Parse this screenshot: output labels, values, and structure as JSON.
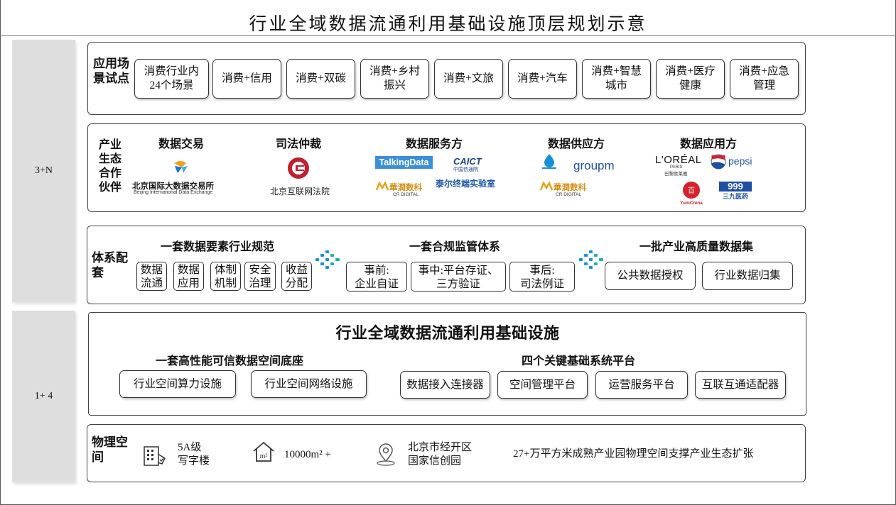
{
  "title": "行业全域数据流通利用基础设施顶层规划示意",
  "side_labels": {
    "upper": "3+N",
    "lower": "1+ 4"
  },
  "scenario": {
    "label": "应用场\n景试点",
    "items": [
      "消费行业内\n24个场景",
      "消费+信用",
      "消费+双碳",
      "消费+乡村\n振兴",
      "消费+文旅",
      "消费+汽车",
      "消费+智慧\n城市",
      "消费+医疗\n健康",
      "消费+应急\n管理"
    ]
  },
  "partners": {
    "label": "产业\n生态\n合作\n伙伴",
    "groups": {
      "trading": "数据交易",
      "arbitration": "司法仲裁",
      "service": "数据服务方",
      "supply": "数据供应方",
      "application": "数据应用方"
    },
    "logos": {
      "bjde_cn": "北京国际大数据交易所",
      "bjde_en": "Beijing International Data Exchange",
      "court": "北京互联网法院",
      "talkingdata": "TalkingData",
      "caict": "CAICT",
      "caict_cn": "中国信通院",
      "crdigital_cn": "華潤数科",
      "crdigital_en": "CR DIGITAL",
      "taier": "泰尔终端实验室",
      "groupm": "groupm",
      "loreal": "L'ORÉAL",
      "loreal_paris": "PARIS",
      "loreal_cn": "巴黎欧莱雅",
      "pepsi": "pepsi",
      "yumchina": "YumChina",
      "sanjiu": "999",
      "sanjiu_cn": "三九医药"
    }
  },
  "system": {
    "label": "体系配\n套",
    "heads": [
      "一套数据要素行业规范",
      "一套合规监管体系",
      "一批产业高质量数据集"
    ],
    "norms": [
      "数据\n流通",
      "数据\n应用",
      "体制\n机制",
      "安全\n治理",
      "收益\n分配"
    ],
    "supervision": [
      "事前:\n企业自证",
      "事中:平台存证、\n三方验证",
      "事后:\n司法例证"
    ],
    "datasets": [
      "公共数据授权",
      "行业数据归集"
    ]
  },
  "infra": {
    "title": "行业全域数据流通利用基础设施",
    "left_head": "一套高性能可信数据空间底座",
    "right_head": "四个关键基础系统平台",
    "left_items": [
      "行业空间算力设施",
      "行业空间网络设施"
    ],
    "right_items": [
      "数据接入连接器",
      "空间管理平台",
      "运营服务平台",
      "互联互通适配器"
    ]
  },
  "physical": {
    "label": "物理空\n间",
    "building": "5A级\n写字楼",
    "area_icon": "m²",
    "area": "10000m² +",
    "location": "北京市经开区\n国家信创园",
    "expansion": "27+万平方米成熟产业园物理空间支撑产业生态扩张"
  },
  "icons": [
    "office-building-icon",
    "house-area-icon",
    "location-pin-icon",
    "flow-arrow-icon"
  ],
  "colors": {
    "side_gray": "#dedede",
    "flow_blue": "#1a8fd6",
    "flow_teal": "#21b3a8",
    "court_red": "#c01f2f",
    "pepsi_blue": "#1e4fa0",
    "talkingdata_blue": "#3b8ed8"
  }
}
